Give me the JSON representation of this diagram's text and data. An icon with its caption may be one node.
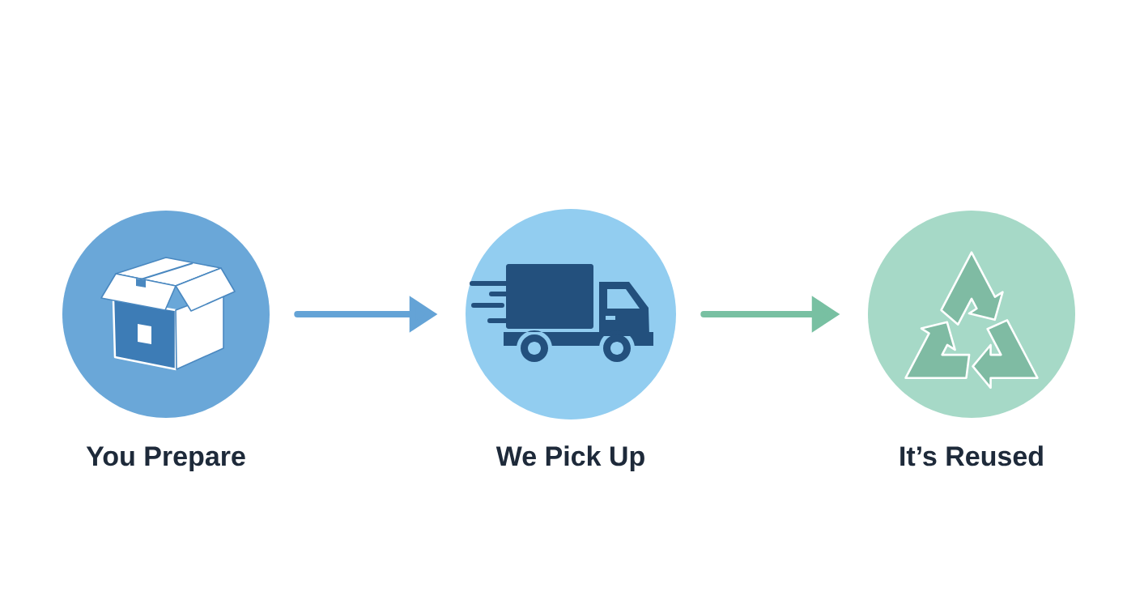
{
  "diagram": {
    "nodes": [
      {
        "text": [
          "You Prepare"
        ]
      },
      {
        "text": [
          "We Pick Up"
        ]
      },
      {
        "text": [
          "It’s Reused"
        ]
      }
    ],
    "edges": [
      {
        "from": 0,
        "to": 1,
        "arrow": "to",
        "color": "#64a3d6"
      },
      {
        "from": 1,
        "to": 2,
        "arrow": "to",
        "color": "#78c0a2"
      }
    ]
  }
}
